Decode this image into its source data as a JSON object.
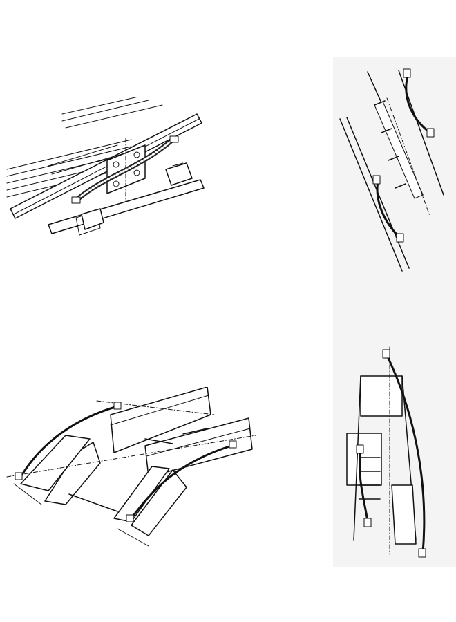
{
  "figures": [
    {
      "id": "straight-joint",
      "description_name": "straight-ladder-tray-joint-with-bonding-jumper"
    },
    {
      "id": "vertical-runs",
      "description_name": "vertical-ladder-tray-sections-with-bonding-jumpers"
    },
    {
      "id": "horizontal-bend",
      "description_name": "horizontal-ladder-tray-bend-with-bonding-jumpers"
    }
  ],
  "colors": {
    "ink": "#111111",
    "panel_background": "#f4f4f4",
    "page": "#ffffff"
  }
}
